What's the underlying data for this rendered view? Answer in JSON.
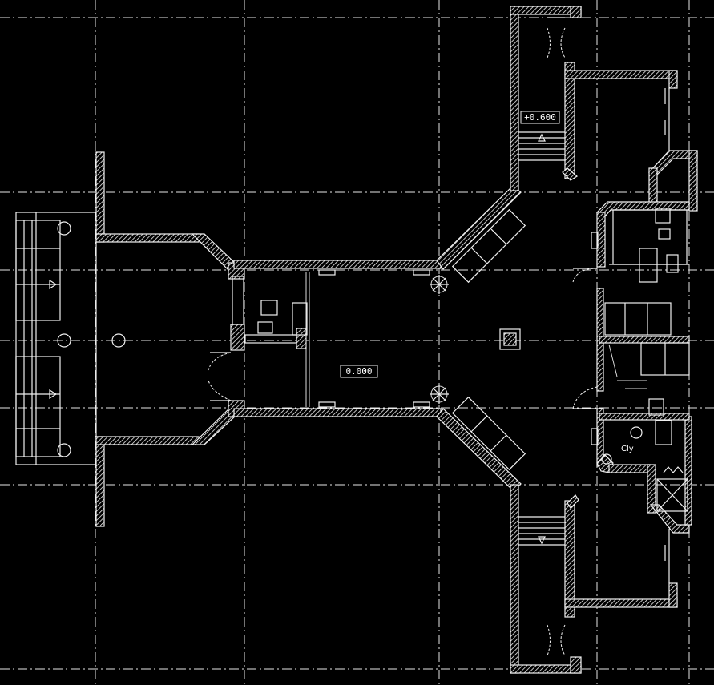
{
  "levels": {
    "upper": "+0.600",
    "main": "0.000"
  },
  "rooms": {
    "wc": "Cly"
  },
  "colors": {
    "background": "#000000",
    "lines": "#f0f0f0",
    "axis": "#e6e6e6"
  }
}
